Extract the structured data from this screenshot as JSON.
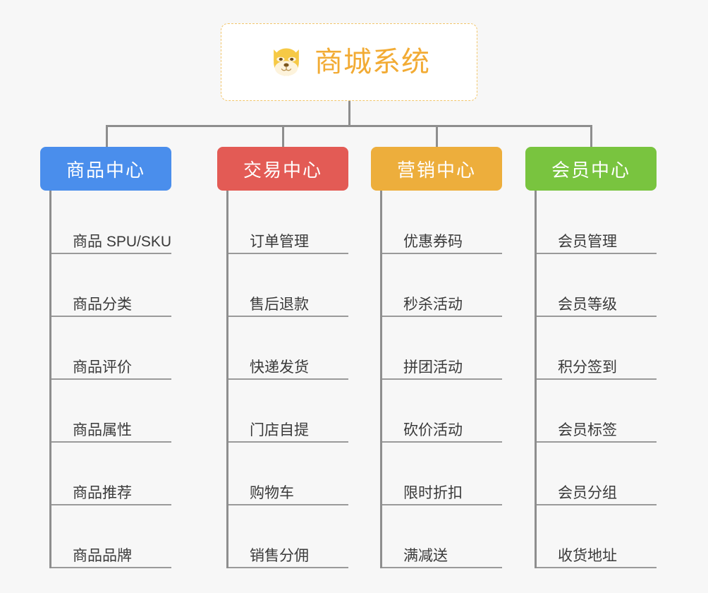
{
  "page": {
    "background_color": "#f7f7f7",
    "type": "mind-map"
  },
  "root": {
    "title": "商城系统",
    "icon": "dog-face-emoji",
    "text_color": "#f2ab34",
    "border_color": "#f2c66b",
    "background_color": "#ffffff"
  },
  "branches": [
    {
      "id": "product-center",
      "label": "商品中心",
      "color": "#4a8eec",
      "items": [
        {
          "label": "商品 SPU/SKU"
        },
        {
          "label": "商品分类"
        },
        {
          "label": "商品评价"
        },
        {
          "label": "商品属性"
        },
        {
          "label": "商品推荐"
        },
        {
          "label": "商品品牌"
        }
      ]
    },
    {
      "id": "trade-center",
      "label": "交易中心",
      "color": "#e35b55",
      "items": [
        {
          "label": "订单管理"
        },
        {
          "label": "售后退款"
        },
        {
          "label": "快递发货"
        },
        {
          "label": "门店自提"
        },
        {
          "label": "购物车"
        },
        {
          "label": "销售分佣"
        }
      ]
    },
    {
      "id": "marketing-center",
      "label": "营销中心",
      "color": "#edae3c",
      "items": [
        {
          "label": "优惠券码"
        },
        {
          "label": "秒杀活动"
        },
        {
          "label": "拼团活动"
        },
        {
          "label": "砍价活动"
        },
        {
          "label": "限时折扣"
        },
        {
          "label": "满减送"
        }
      ]
    },
    {
      "id": "member-center",
      "label": "会员中心",
      "color": "#79c43f",
      "items": [
        {
          "label": "会员管理"
        },
        {
          "label": "会员等级"
        },
        {
          "label": "积分签到"
        },
        {
          "label": "会员标签"
        },
        {
          "label": "会员分组"
        },
        {
          "label": "收货地址"
        }
      ]
    }
  ],
  "connector": {
    "color": "#8e8e8e"
  }
}
